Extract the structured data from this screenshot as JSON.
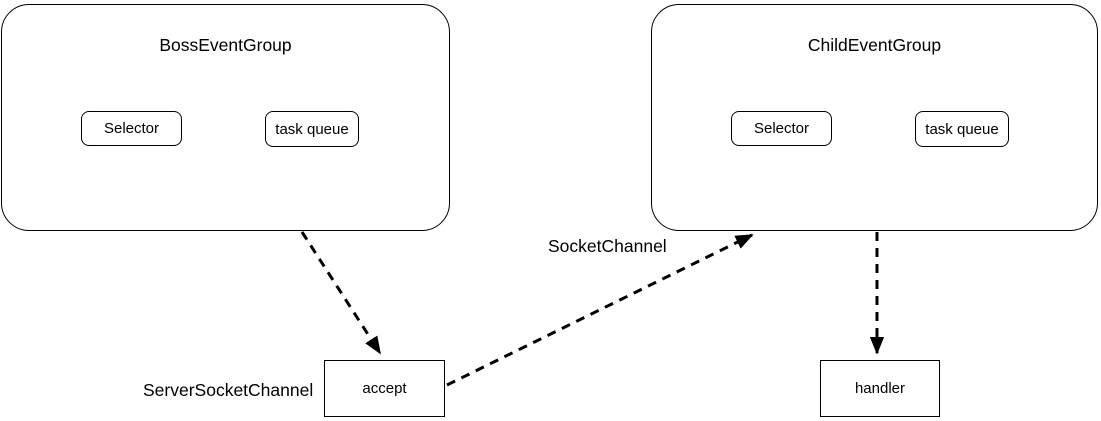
{
  "diagram": {
    "background_color": "#ffffff",
    "stroke_color": "#000000",
    "boss_group": {
      "title": "BossEventGroup",
      "children": [
        {
          "label": "Selector"
        },
        {
          "label": "task queue"
        }
      ]
    },
    "child_group": {
      "title": "ChildEventGroup",
      "children": [
        {
          "label": "Selector"
        },
        {
          "label": "task queue"
        }
      ]
    },
    "accept_node": {
      "label": "accept"
    },
    "handler_node": {
      "label": "handler"
    },
    "edge_labels": {
      "server_socket_channel": "ServerSocketChannel",
      "socket_channel": "SocketChannel"
    },
    "edges": [
      {
        "name": "boss-group-to-accept",
        "style": "dashed-arrow"
      },
      {
        "name": "accept-to-child-group",
        "style": "dashed-arrow"
      },
      {
        "name": "child-group-to-handler",
        "style": "dashed-arrow"
      }
    ]
  }
}
